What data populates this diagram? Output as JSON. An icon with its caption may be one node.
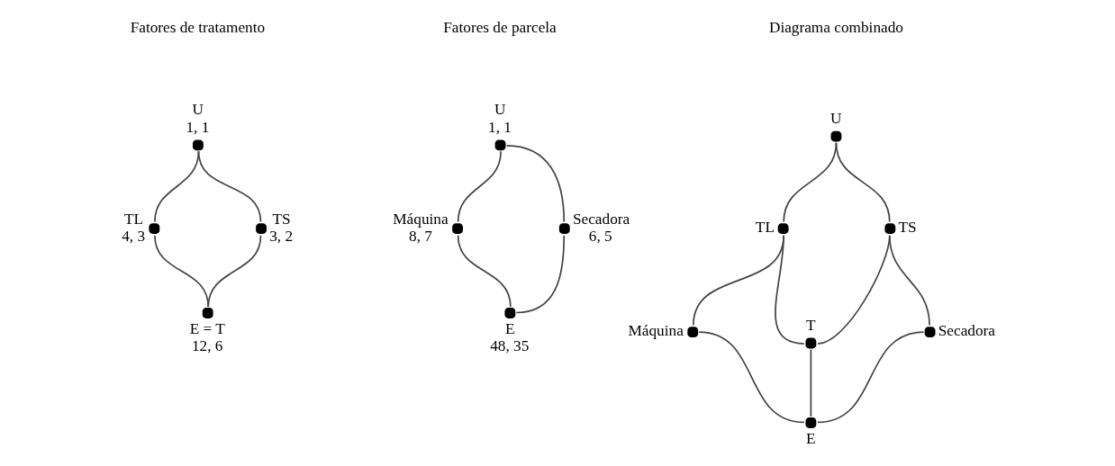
{
  "diagram": {
    "nodes": [
      {
        "text": [],
        "shape": "circle",
        "beside": [
          "U",
          "1, 1"
        ]
      },
      {
        "text": [],
        "shape": "circle",
        "beside": [
          "TL",
          "4, 3"
        ]
      },
      {
        "text": [],
        "shape": "circle",
        "beside": [
          "TS",
          "3, 2"
        ]
      },
      {
        "text": [],
        "shape": "circle",
        "beside": [
          "E = T",
          "12, 6"
        ]
      },
      {
        "text": [],
        "shape": "circle",
        "beside": [
          "U",
          "1, 1"
        ]
      },
      {
        "text": [],
        "shape": "circle",
        "beside": [
          "Máquina",
          "8, 7"
        ]
      },
      {
        "text": [],
        "shape": "circle",
        "beside": [
          "Secadora",
          "6, 5"
        ]
      },
      {
        "text": [],
        "shape": "circle",
        "beside": [
          "E",
          "48, 35"
        ]
      },
      {
        "text": [],
        "shape": "circle",
        "beside": [
          "U"
        ]
      },
      {
        "text": [],
        "shape": "circle",
        "beside": [
          "TL"
        ]
      },
      {
        "text": [],
        "shape": "circle",
        "beside": [
          "TS"
        ]
      },
      {
        "text": [],
        "shape": "circle",
        "beside": [
          "Máquina"
        ]
      },
      {
        "text": [],
        "shape": "circle",
        "beside": [
          "T"
        ]
      },
      {
        "text": [],
        "shape": "circle",
        "beside": [
          "Secadora"
        ]
      },
      {
        "text": [],
        "shape": "circle",
        "beside": [
          "E"
        ]
      }
    ],
    "edges": [
      {
        "from": 0,
        "to": 1,
        "arrow": "none"
      },
      {
        "from": 0,
        "to": 2,
        "arrow": "none"
      },
      {
        "from": 1,
        "to": 3,
        "arrow": "none"
      },
      {
        "from": 2,
        "to": 3,
        "arrow": "none"
      },
      {
        "from": 4,
        "to": 5,
        "arrow": "none"
      },
      {
        "from": 4,
        "to": 6,
        "arrow": "none"
      },
      {
        "from": 5,
        "to": 7,
        "arrow": "none"
      },
      {
        "from": 6,
        "to": 7,
        "arrow": "none"
      },
      {
        "from": 8,
        "to": 9,
        "arrow": "none"
      },
      {
        "from": 8,
        "to": 10,
        "arrow": "none"
      },
      {
        "from": 9,
        "to": 11,
        "arrow": "none"
      },
      {
        "from": 9,
        "to": 12,
        "arrow": "none"
      },
      {
        "from": 10,
        "to": 12,
        "arrow": "none"
      },
      {
        "from": 10,
        "to": 13,
        "arrow": "none"
      },
      {
        "from": 11,
        "to": 14,
        "arrow": "none"
      },
      {
        "from": 12,
        "to": 14,
        "arrow": "none"
      },
      {
        "from": 13,
        "to": 14,
        "arrow": "none"
      }
    ],
    "labels": [
      "Fatores de tratamento",
      "Fatores de parcela",
      "Diagrama combinado"
    ]
  }
}
